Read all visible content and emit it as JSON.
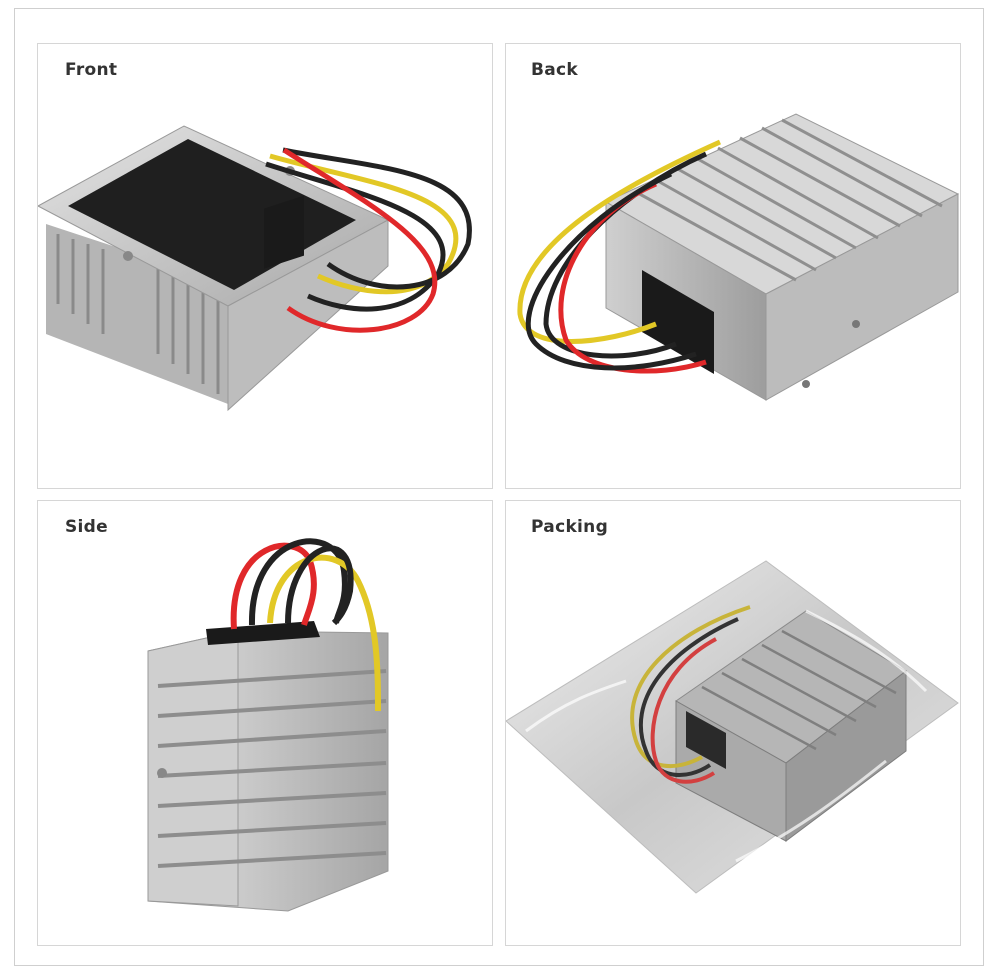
{
  "panels": [
    {
      "label": "Front"
    },
    {
      "label": "Back"
    },
    {
      "label": "Side"
    },
    {
      "label": "Packing"
    }
  ],
  "colors": {
    "aluminum": "#c9c9c9",
    "aluminum_dark": "#9a9a9a",
    "black_face": "#1f1f1f",
    "wire_red": "#e0282a",
    "wire_yellow": "#e2c826",
    "wire_black": "#222222"
  }
}
